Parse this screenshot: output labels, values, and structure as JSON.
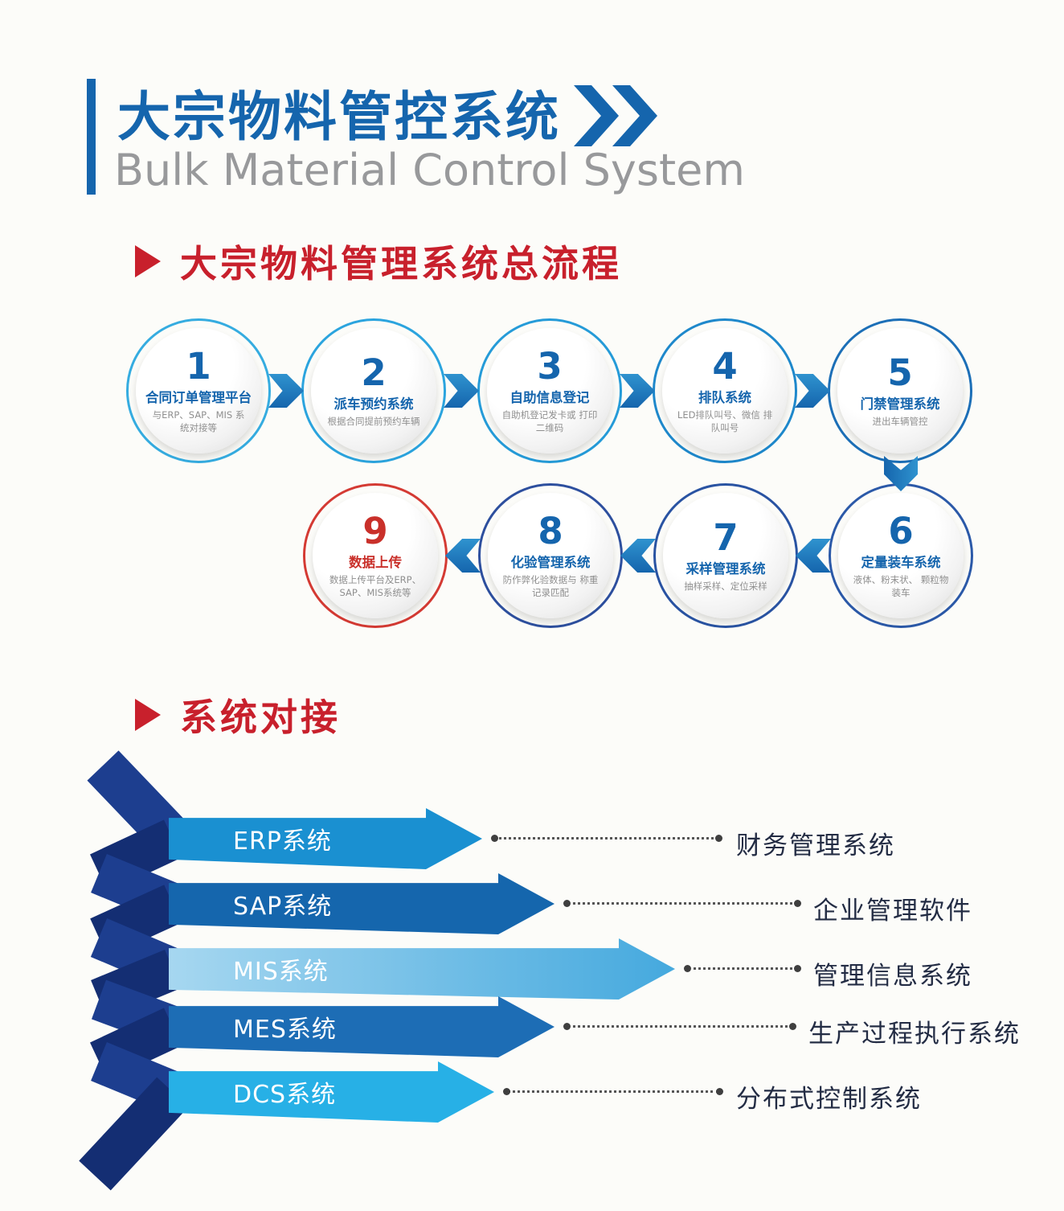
{
  "colors": {
    "brand_blue": "#1565ad",
    "accent_red": "#c8202c",
    "flow_arrow_blue": "#1e7dc0",
    "ribbon_navy": "#1d3e8f",
    "ribbon_navy_dark": "#142e73"
  },
  "header": {
    "title": "大宗物料管控系统",
    "subtitle": "Bulk Material Control System"
  },
  "process": {
    "section_title": "大宗物料管理系统总流程",
    "steps": [
      {
        "num": "1",
        "title": "合同订单管理平台",
        "desc": "与ERP、SAP、MIS 系统对接等",
        "ring_color": "#35ace0",
        "accent_color": "#1565ad"
      },
      {
        "num": "2",
        "title": "派车预约系统",
        "desc": "根据合同提前预约车辆",
        "ring_color": "#2ba4de",
        "accent_color": "#1565ad"
      },
      {
        "num": "3",
        "title": "自助信息登记",
        "desc": "自助机登记发卡或 打印二维码",
        "ring_color": "#259bd8",
        "accent_color": "#1565ad"
      },
      {
        "num": "4",
        "title": "排队系统",
        "desc": "LED排队叫号、微信 排队叫号",
        "ring_color": "#1e88cb",
        "accent_color": "#1565ad"
      },
      {
        "num": "5",
        "title": "门禁管理系统",
        "desc": "进出车辆管控",
        "ring_color": "#1c6fb7",
        "accent_color": "#1565ad"
      },
      {
        "num": "6",
        "title": "定量装车系统",
        "desc": "液体、粉末状、 颗粒物装车",
        "ring_color": "#2b59a8",
        "accent_color": "#1565ad"
      },
      {
        "num": "7",
        "title": "采样管理系统",
        "desc": "抽样采样、定位采样",
        "ring_color": "#2953a2",
        "accent_color": "#1565ad"
      },
      {
        "num": "8",
        "title": "化验管理系统",
        "desc": "防作弊化验数据与 称重记录匹配",
        "ring_color": "#2d4f9e",
        "accent_color": "#1565ad"
      },
      {
        "num": "9",
        "title": "数据上传",
        "desc": "数据上传平台及ERP、 SAP、MIS系统等",
        "ring_color": "#d43a33",
        "accent_color": "#c9302a"
      }
    ]
  },
  "integration": {
    "section_title": "系统对接",
    "rows": [
      {
        "label": "ERP系统",
        "target": "财务管理系统",
        "color": "#1a90d1"
      },
      {
        "label": "SAP系统",
        "target": "企业管理软件",
        "color": "#1566ad"
      },
      {
        "label": "MIS系统",
        "target": "管理信息系统",
        "color": "linear-gradient(90deg,#a6d7f0,#45a9de)"
      },
      {
        "label": "MES系统",
        "target": "生产过程执行系统",
        "color": "#1d6db5"
      },
      {
        "label": "DCS系统",
        "target": "分布式控制系统",
        "color": "#27b0e6"
      }
    ]
  }
}
